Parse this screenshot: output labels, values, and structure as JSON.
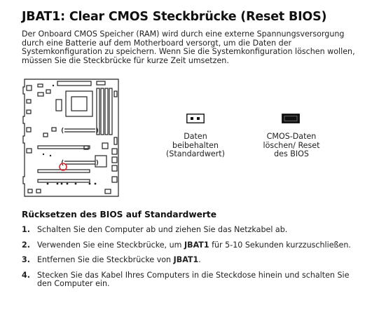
{
  "title": "JBAT1: Clear CMOS Steckbrücke (Reset BIOS)",
  "intro": "Der Onboard CMOS Speicher (RAM) wird durch eine externe Spannungsversorgung durch eine Batterie auf dem Motherboard versorgt, um die Daten der Systemkonfiguration zu speichern. Wenn Sie die Systemkonfiguration löschen wollen, müssen Sie die Steckbrücke für kurze Zeit umsetzen.",
  "jumpers": {
    "keep_caption": "Daten\nbeibehalten\n(Standardwert)",
    "clear_caption": "CMOS-Daten\nlöschen/ Reset\ndes BIOS"
  },
  "section_title": "Rücksetzen des BIOS auf Standardwerte",
  "steps": [
    {
      "num": "1.",
      "text": "Schalten Sie den Computer ab und ziehen Sie das Netzkabel ab."
    },
    {
      "num": "2.",
      "pre": "Verwenden Sie eine Steckbrücke, um ",
      "kw": "JBAT1",
      "post": " für 5-10 Sekunden kurzzuschließen."
    },
    {
      "num": "3.",
      "pre": "Entfernen Sie die Steckbrücke von ",
      "kw": "JBAT1",
      "post": "."
    },
    {
      "num": "4.",
      "text": "Stecken Sie das Kabel Ihres Computers in die Steckdose hinein und schalten Sie den Computer ein."
    }
  ],
  "colors": {
    "text": "#1a1a1a",
    "highlight_circle": "#d9262b",
    "outline": "#222222"
  },
  "icons": {
    "board": "motherboard-diagram",
    "jumper_open": "jumper-open-icon",
    "jumper_closed": "jumper-closed-icon"
  }
}
